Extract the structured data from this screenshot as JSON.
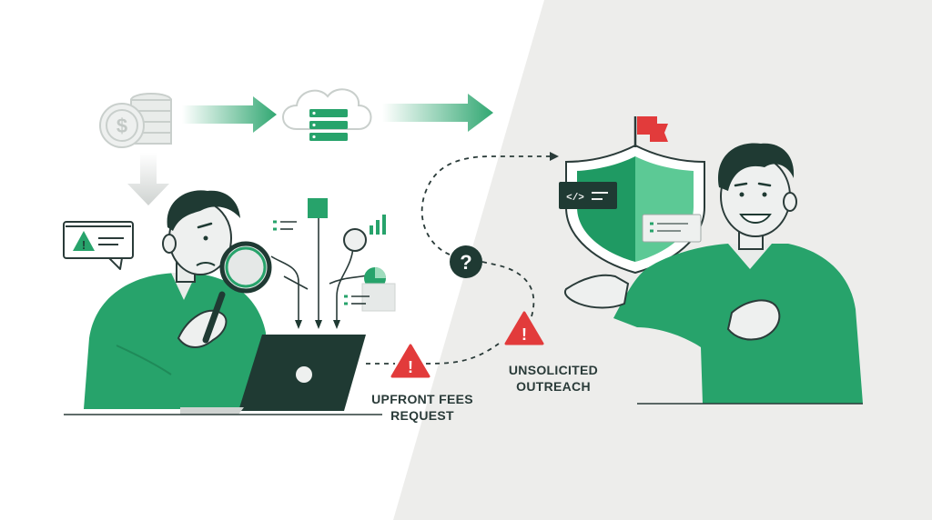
{
  "warnings": {
    "upfront_fees": {
      "line1": "UPFRONT FEES",
      "line2": "REQUEST"
    },
    "unsolicited_outreach": {
      "line1": "UNSOLICITED",
      "line2": "OUTREACH"
    }
  },
  "icons": {
    "coin": "$",
    "question": "?",
    "code": "</>",
    "warning": "!"
  },
  "colors": {
    "green": "#27a36b",
    "green_light": "#58c691",
    "dark": "#1f3a33",
    "red": "#e23b3b",
    "gray_panel": "#ededeb"
  }
}
